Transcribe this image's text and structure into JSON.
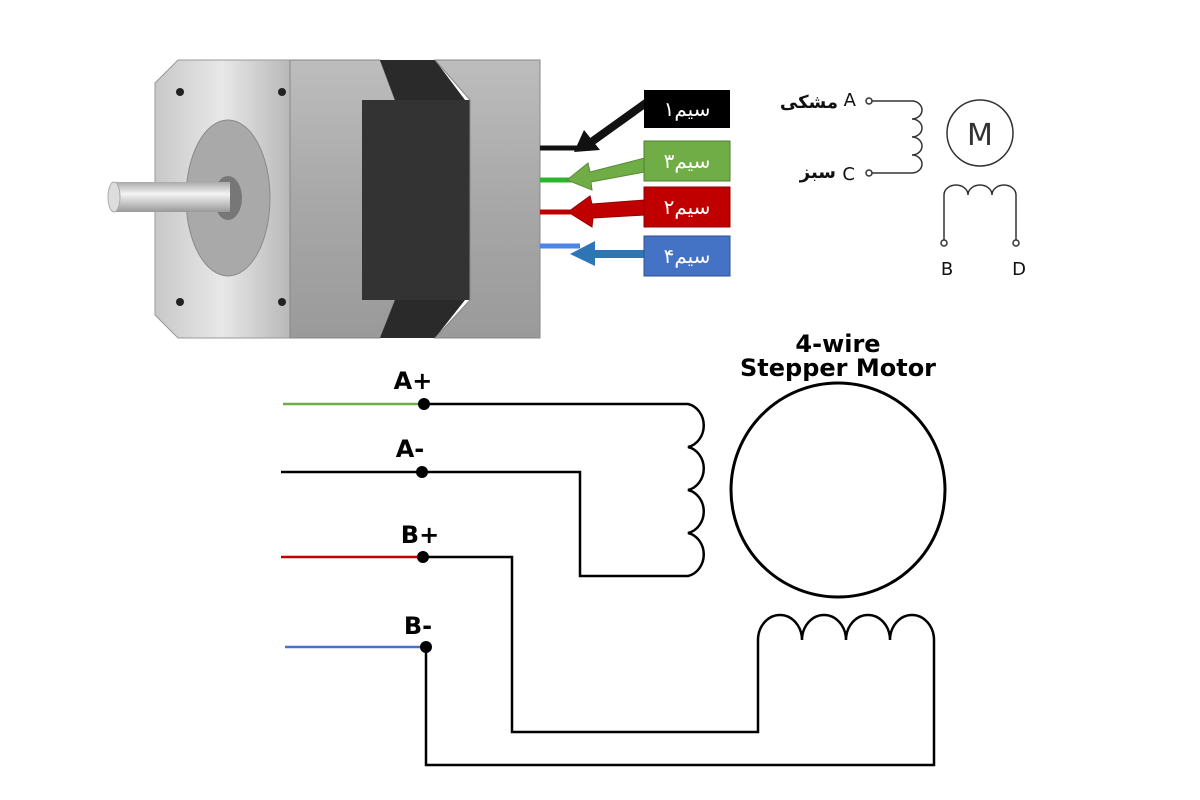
{
  "motor_photo": {
    "wire_tags": [
      {
        "text": "سیم۱",
        "color": "#000000"
      },
      {
        "text": "سیم۳",
        "color": "#70ad47"
      },
      {
        "text": "سیم۲",
        "color": "#c00000"
      },
      {
        "text": "سیم۴",
        "color": "#4472c4"
      }
    ]
  },
  "small_schematic": {
    "terminal_a": "A",
    "terminal_c": "C",
    "terminal_b": "B",
    "terminal_d": "D",
    "color_a": "مشکی",
    "color_c": "سبز",
    "motor_symbol": "M"
  },
  "main_schematic": {
    "title_line1": "4-wire",
    "title_line2": "Stepper Motor",
    "pins": [
      {
        "label": "A+",
        "color": "#70ad47"
      },
      {
        "label": "A-",
        "color": "#000000"
      },
      {
        "label": "B+",
        "color": "#c00000"
      },
      {
        "label": "B-",
        "color": "#4472c4"
      }
    ]
  }
}
